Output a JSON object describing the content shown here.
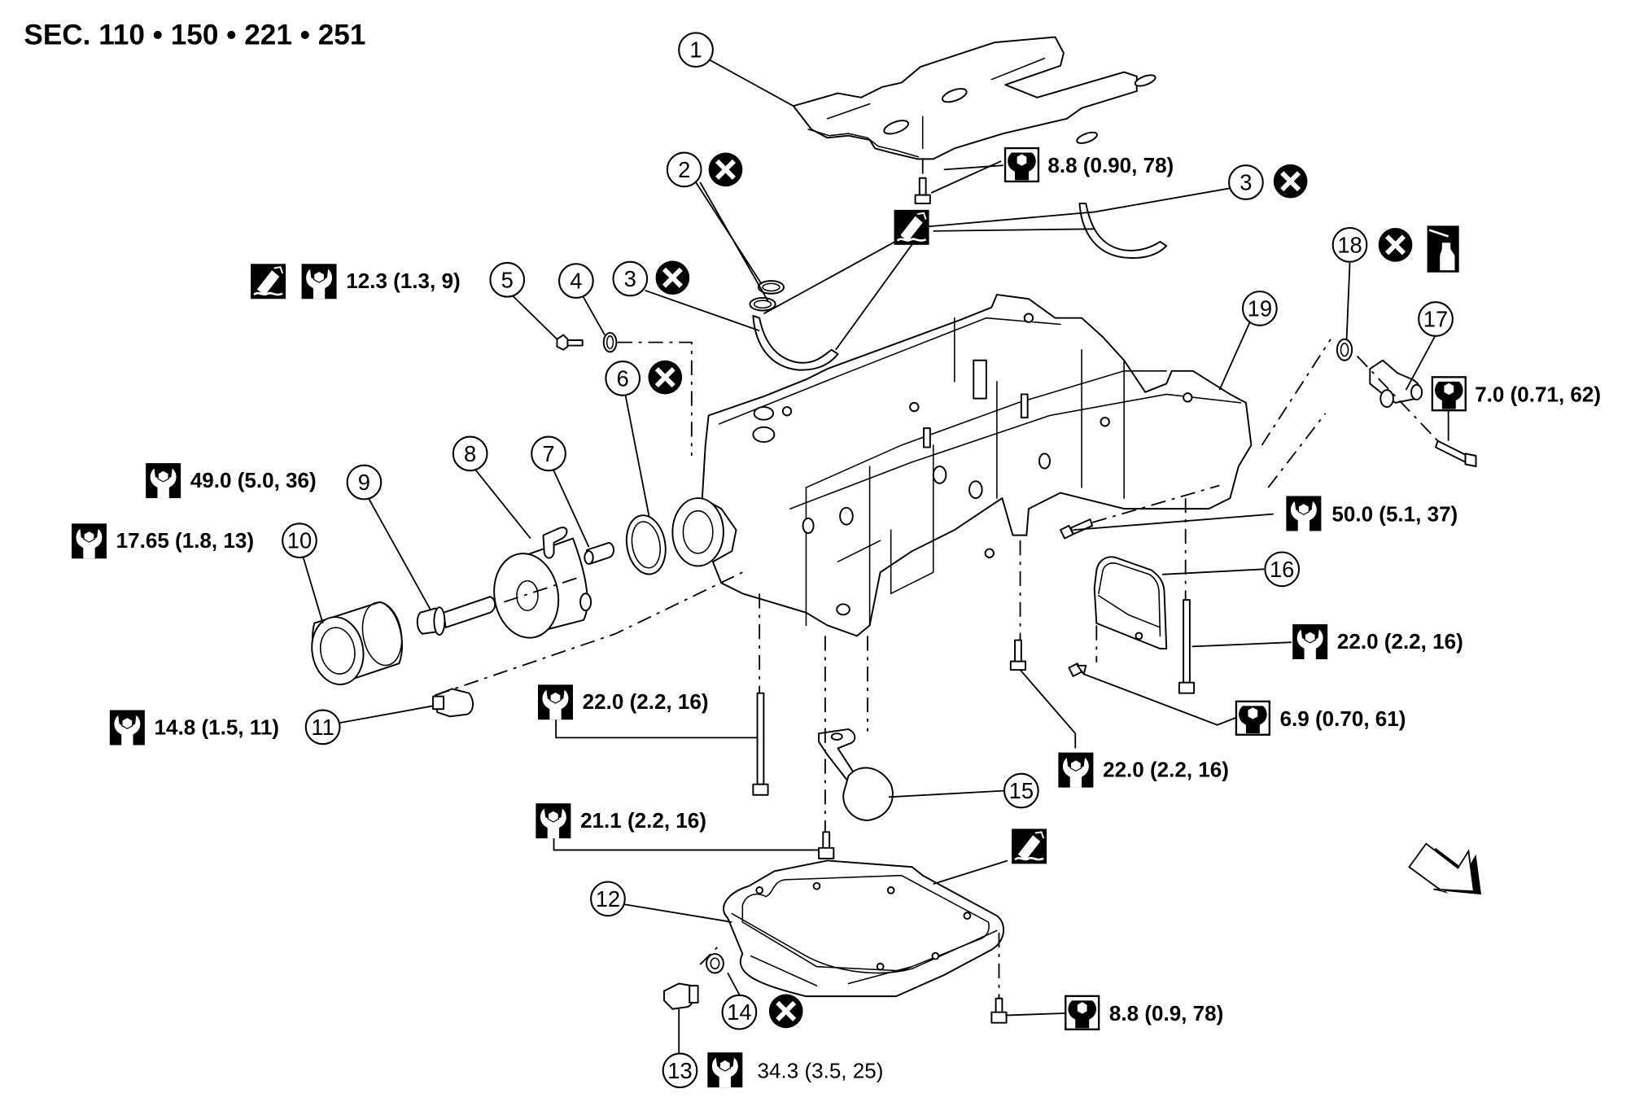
{
  "title": "SEC. 110 • 150 • 221 • 251",
  "colors": {
    "ink": "#000000",
    "paper": "#ffffff"
  },
  "callouts": [
    {
      "id": "1",
      "part": "baffle-plate"
    },
    {
      "id": "2",
      "part": "o-ring-pair"
    },
    {
      "id": "3",
      "part": "oil-strainer-seal-left"
    },
    {
      "id": "3",
      "part": "oil-strainer-seal-right"
    },
    {
      "id": "4",
      "part": "o-ring-small"
    },
    {
      "id": "5",
      "part": "bolt"
    },
    {
      "id": "6",
      "part": "o-ring-large"
    },
    {
      "id": "7",
      "part": "connector-pipe"
    },
    {
      "id": "8",
      "part": "oil-cooler"
    },
    {
      "id": "9",
      "part": "connector-bolt"
    },
    {
      "id": "10",
      "part": "oil-filter"
    },
    {
      "id": "11",
      "part": "oil-pressure-switch"
    },
    {
      "id": "12",
      "part": "oil-pan-lower"
    },
    {
      "id": "13",
      "part": "drain-plug"
    },
    {
      "id": "14",
      "part": "drain-plug-washer"
    },
    {
      "id": "15",
      "part": "oil-strainer"
    },
    {
      "id": "16",
      "part": "rear-cover-plate"
    },
    {
      "id": "17",
      "part": "oil-level-sensor"
    },
    {
      "id": "18",
      "part": "o-ring-sensor"
    },
    {
      "id": "19",
      "part": "oil-pan-upper"
    }
  ],
  "torques": [
    {
      "value": "8.8 (0.90, 78)",
      "icon": "torque-hex-icon"
    },
    {
      "value": "12.3 (1.3, 9)",
      "icon": "torque-wrench-icon"
    },
    {
      "value": "49.0 (5.0, 36)",
      "icon": "torque-wrench-icon"
    },
    {
      "value": "17.65 (1.8, 13)",
      "icon": "torque-wrench-icon"
    },
    {
      "value": "14.8 (1.5, 11)",
      "icon": "torque-wrench-icon"
    },
    {
      "value": "22.0 (2.2, 16)",
      "icon": "torque-wrench-icon"
    },
    {
      "value": "21.1 (2.2, 16)",
      "icon": "torque-wrench-icon"
    },
    {
      "value": "34.3 (3.5, 25)",
      "icon": "torque-wrench-icon"
    },
    {
      "value": "7.0 (0.71, 62)",
      "icon": "torque-hex-icon"
    },
    {
      "value": "50.0 (5.1, 37)",
      "icon": "torque-wrench-icon"
    },
    {
      "value": "22.0 (2.2, 16)",
      "icon": "torque-wrench-icon"
    },
    {
      "value": "6.9 (0.70, 61)",
      "icon": "torque-hex-icon"
    },
    {
      "value": "22.0 (2.2, 16)",
      "icon": "torque-wrench-icon"
    },
    {
      "value": "8.8 (0.9, 78)",
      "icon": "torque-hex-icon"
    }
  ],
  "symbols": {
    "do_not_reuse": "do-not-reuse-icon",
    "liquid_gasket": "liquid-gasket-icon",
    "apply_oil": "apply-oil-icon",
    "front_arrow": "front-direction-arrow"
  }
}
